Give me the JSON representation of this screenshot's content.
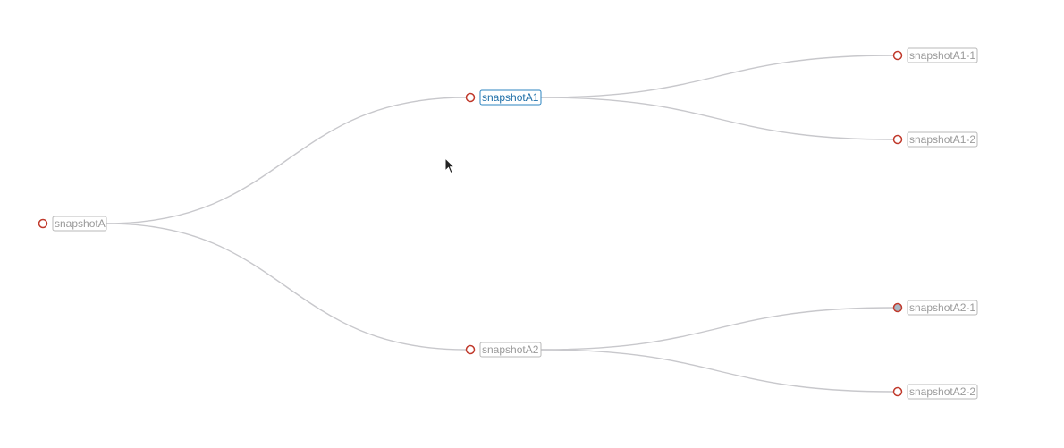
{
  "tree": {
    "nodes": [
      {
        "id": "snapshotA",
        "label": "snapshotA",
        "selected": false,
        "filled": false,
        "parent": null
      },
      {
        "id": "snapshotA1",
        "label": "snapshotA1",
        "selected": true,
        "filled": false,
        "parent": "snapshotA"
      },
      {
        "id": "snapshotA2",
        "label": "snapshotA2",
        "selected": false,
        "filled": false,
        "parent": "snapshotA"
      },
      {
        "id": "snapshotA1-1",
        "label": "snapshotA1-1",
        "selected": false,
        "filled": false,
        "parent": "snapshotA1"
      },
      {
        "id": "snapshotA1-2",
        "label": "snapshotA1-2",
        "selected": false,
        "filled": false,
        "parent": "snapshotA1"
      },
      {
        "id": "snapshotA2-1",
        "label": "snapshotA2-1",
        "selected": false,
        "filled": true,
        "parent": "snapshotA2"
      },
      {
        "id": "snapshotA2-2",
        "label": "snapshotA2-2",
        "selected": false,
        "filled": false,
        "parent": "snapshotA2"
      }
    ]
  },
  "colors": {
    "link": "#c8c8cc",
    "node_stroke": "#c0392b",
    "selected_accent": "#2e86c1",
    "filled_node": "#a9b7c4"
  }
}
